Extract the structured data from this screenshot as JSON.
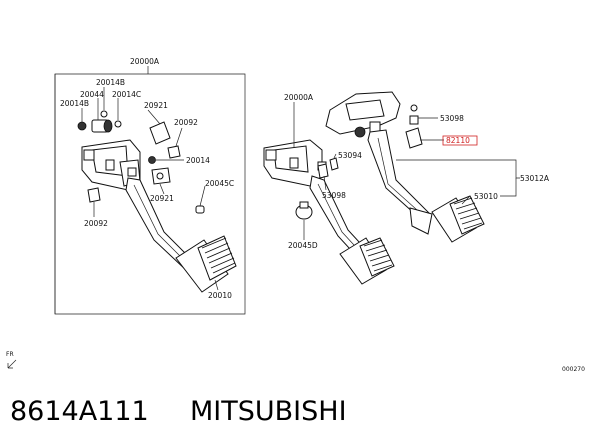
{
  "diagram": {
    "left_assembly": {
      "frame_label": "20000A",
      "labels": {
        "p20014b_top": "20014B",
        "p20044": "20044",
        "p20014c": "20014C",
        "p20014b_left": "20014B",
        "p20921_top": "20921",
        "p20092_right": "20092",
        "p20014": "20014",
        "p20045c": "20045C",
        "p20921_bottom": "20921",
        "p20092_bottom": "20092",
        "p20010": "20010"
      }
    },
    "right_assembly": {
      "labels": {
        "p20000a": "20000A",
        "p53098_top": "53098",
        "p82110": "82110",
        "p53094": "53094",
        "p53098_bottom": "53098",
        "p53012a": "53012A",
        "p53010": "53010",
        "p20045d": "20045D"
      }
    },
    "fr_marker": "FR",
    "figure_code": "000270"
  },
  "caption": {
    "part_number": "8614A111",
    "brand": "MITSUBISHI"
  },
  "colors": {
    "highlight": "#d02020",
    "ink": "#111111"
  }
}
